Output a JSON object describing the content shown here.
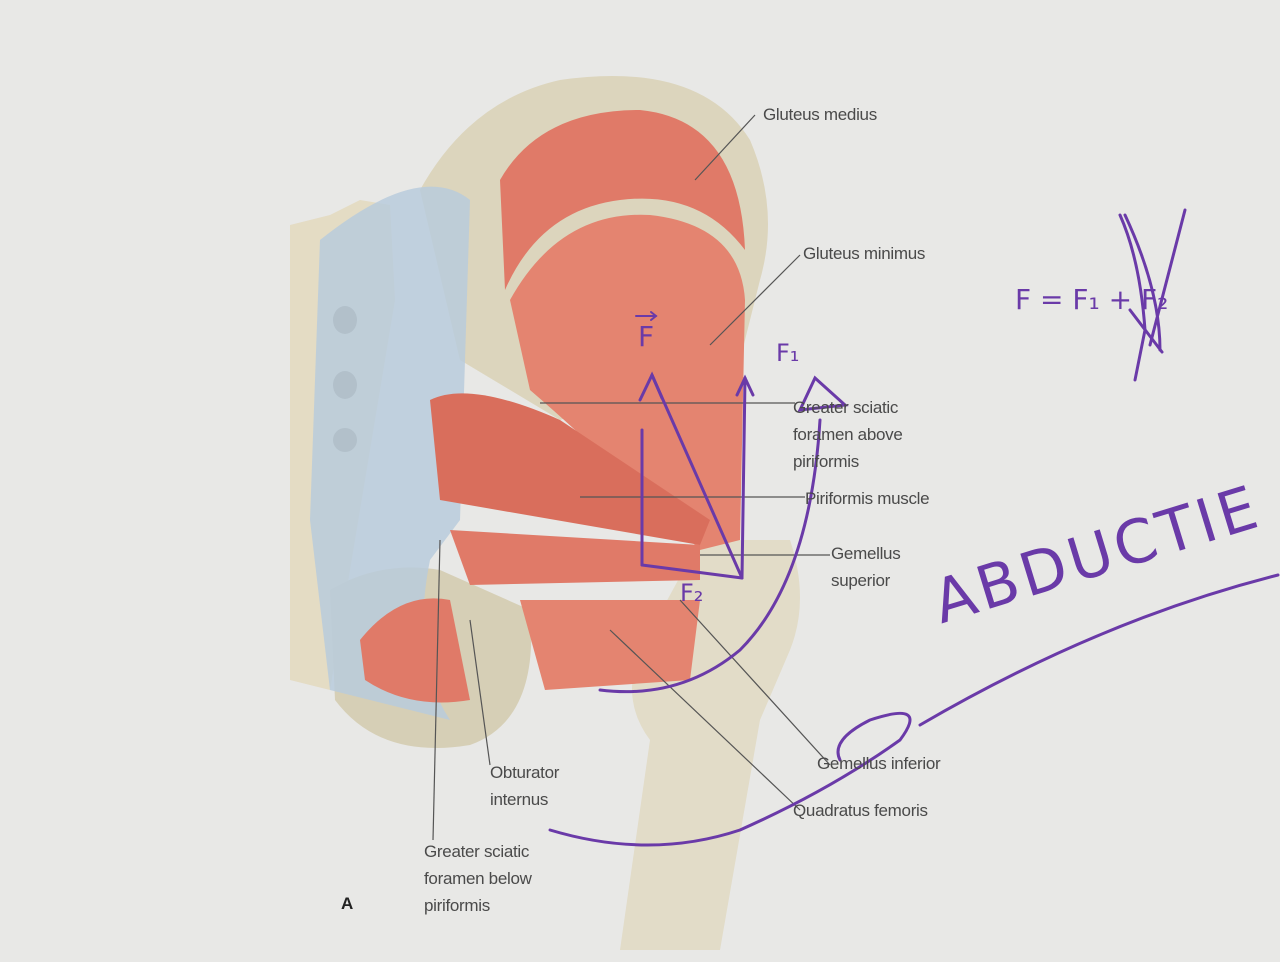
{
  "figure_letter": "A",
  "labels": {
    "gluteus_medius": "Gluteus medius",
    "gluteus_minimus": "Gluteus minimus",
    "gsf_above": [
      "Greater sciatic",
      "foramen above",
      "piriformis"
    ],
    "piriformis": "Piriformis muscle",
    "gemellus_superior": [
      "Gemellus",
      "superior"
    ],
    "gemellus_inferior": "Gemellus inferior",
    "quadratus_femoris": "Quadratus femoris",
    "obturator_internus": [
      "Obturator",
      "internus"
    ],
    "gsf_below": [
      "Greater sciatic",
      "foramen below",
      "piriformis"
    ]
  },
  "annotations": {
    "force": "F",
    "force1": "F₁",
    "force2": "F₂",
    "formula": "F = F₁ + F₂",
    "movement": "ABDUCTIE"
  },
  "colors": {
    "ink": "#6a3aa8",
    "muscle": "#e07a68",
    "bone": "#e2dcc8",
    "ligament": "#b9cbdc"
  }
}
